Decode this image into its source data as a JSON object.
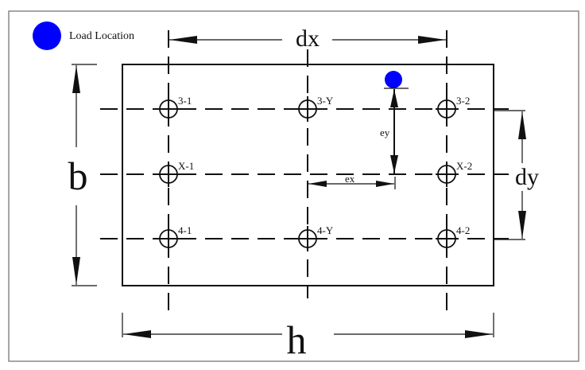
{
  "legend": {
    "label": "Load Location",
    "marker_color": "#0000ff"
  },
  "dimensions": {
    "dx": "dx",
    "dy": "dy",
    "b": "b",
    "h": "h",
    "ex": "ex",
    "ey": "ey"
  },
  "piles": [
    {
      "id": "3-1",
      "col": 0,
      "row": 0,
      "label": "3-1"
    },
    {
      "id": "3-Y",
      "col": 1,
      "row": 0,
      "label": "3-Y"
    },
    {
      "id": "3-2",
      "col": 2,
      "row": 0,
      "label": "3-2"
    },
    {
      "id": "X-1",
      "col": 0,
      "row": 1,
      "label": "X-1"
    },
    {
      "id": "X-2",
      "col": 2,
      "row": 1,
      "label": "X-2"
    },
    {
      "id": "4-1",
      "col": 0,
      "row": 2,
      "label": "4-1"
    },
    {
      "id": "4-Y",
      "col": 1,
      "row": 2,
      "label": "4-Y"
    },
    {
      "id": "4-2",
      "col": 2,
      "row": 2,
      "label": "4-2"
    }
  ],
  "load_marker_color": "#0000ff"
}
